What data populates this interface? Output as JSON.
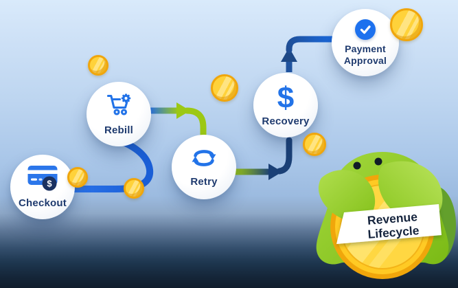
{
  "title": "Revenue Lifecycle",
  "flow": {
    "nodes": [
      {
        "id": "checkout",
        "label": "Checkout",
        "icon": "credit-card-dollar-icon",
        "badge_symbol": "$"
      },
      {
        "id": "rebill",
        "label": "Rebill",
        "icon": "cart-gear-icon"
      },
      {
        "id": "retry",
        "label": "Retry",
        "icon": "refresh-cycle-icon"
      },
      {
        "id": "recovery",
        "label": "Recovery",
        "icon": "dollar-icon",
        "symbol": "$"
      },
      {
        "id": "payment-approval",
        "label": "Payment Approval",
        "icon": "check-badge-icon"
      }
    ],
    "connectors": [
      {
        "from": "checkout",
        "to": "rebill",
        "style": "blue",
        "arrow": false
      },
      {
        "from": "rebill",
        "to": "retry",
        "style": "blue-to-green",
        "arrow": true
      },
      {
        "from": "retry",
        "to": "recovery",
        "style": "green-to-navy",
        "arrow": true
      },
      {
        "from": "recovery",
        "to": "payment-approval",
        "style": "navy-to-blue",
        "arrow": true
      }
    ]
  },
  "mascot": {
    "description": "green blob mascot hugging a large gold coin",
    "banner_line1": "Revenue",
    "banner_line2": "Lifecycle"
  },
  "decorations": {
    "gold_coin_count": 6
  },
  "colors": {
    "icon_blue": "#2273e8",
    "line_blue": "#1f6ae4",
    "line_green": "#9cc814",
    "line_navy": "#1b4076",
    "label_navy": "#1e3a6e",
    "coin_face": "#ffd23a",
    "coin_rim": "#f0a60c",
    "mascot_green": "#8ec82d",
    "banner_text": "#15243d"
  }
}
